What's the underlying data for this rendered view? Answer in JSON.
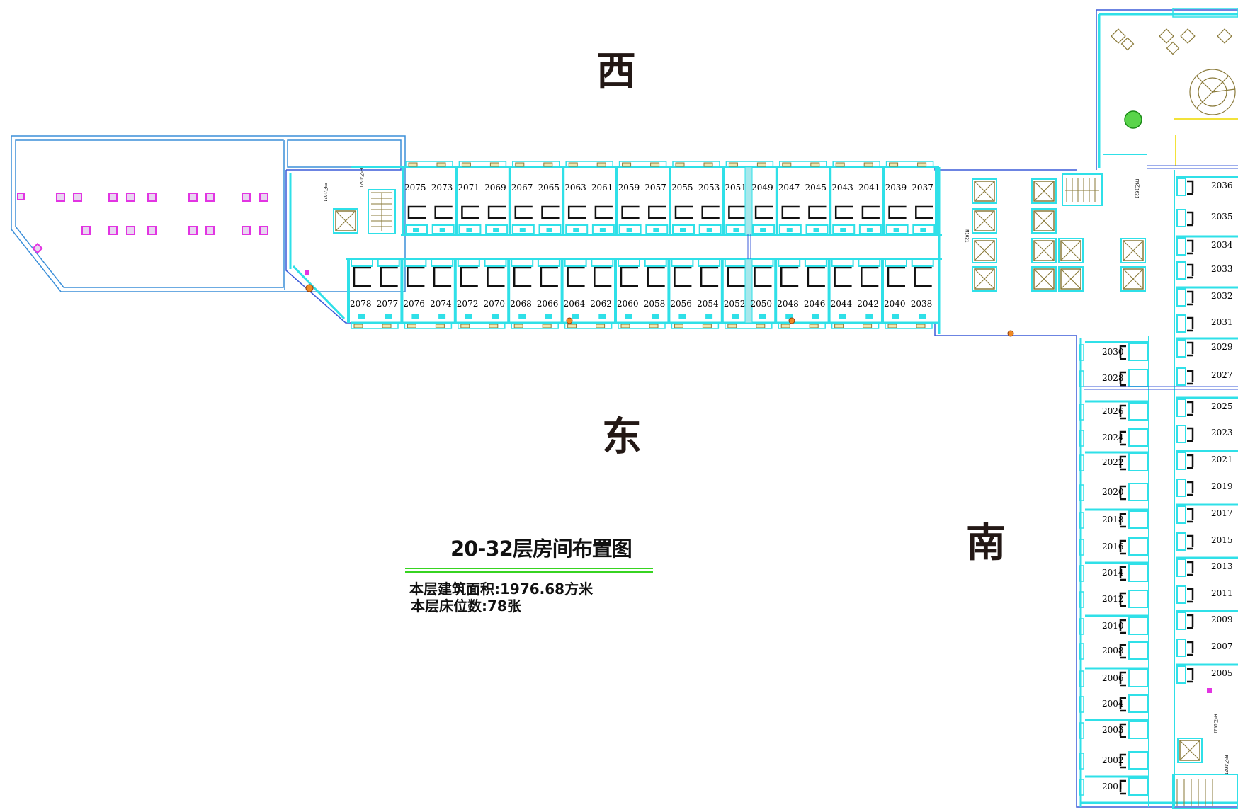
{
  "compass": {
    "north": "西",
    "south": "东",
    "east": "南"
  },
  "title": "20-32层房间布置图",
  "stats": {
    "area": "本层建筑面积:1976.68方米",
    "beds": "本层床位数:78张"
  },
  "rooms": {
    "west_top": [
      "2075",
      "2073",
      "2071",
      "2069",
      "2067",
      "2065",
      "2063",
      "2061",
      "2059",
      "2057",
      "2055",
      "2053",
      "2051",
      "2049",
      "2047",
      "2045",
      "2043",
      "2041",
      "2039",
      "2037"
    ],
    "west_bottom": [
      "2078",
      "2077",
      "2076",
      "2074",
      "2072",
      "2070",
      "2068",
      "2066",
      "2064",
      "2062",
      "2060",
      "2058",
      "2056",
      "2054",
      "2052",
      "2050",
      "2048",
      "2046",
      "2044",
      "2042",
      "2040",
      "2038"
    ],
    "south_left": [
      "2030",
      "2028",
      "2026",
      "2024",
      "2022",
      "2020",
      "2018",
      "2016",
      "2014",
      "2012",
      "2010",
      "2008",
      "2006",
      "2004",
      "2003",
      "2002",
      "2001"
    ],
    "south_right": [
      "2036",
      "2035",
      "2034",
      "2033",
      "2032",
      "2031",
      "2029",
      "2027",
      "2025",
      "2023",
      "2021",
      "2019",
      "2017",
      "2015",
      "2013",
      "2011",
      "2009",
      "2007",
      "2005"
    ]
  },
  "door_labels": [
    "FM乙1621",
    "FM乙1621",
    "FM乙1621",
    "M1021",
    "FM乙1021",
    "FM乙1621"
  ],
  "colors": {
    "wall": "#2fe0e8",
    "outline": "#3b5bd9",
    "furniture": "#8a7a3a",
    "accent": "#e234e2",
    "yellow": "#f2e23a"
  }
}
